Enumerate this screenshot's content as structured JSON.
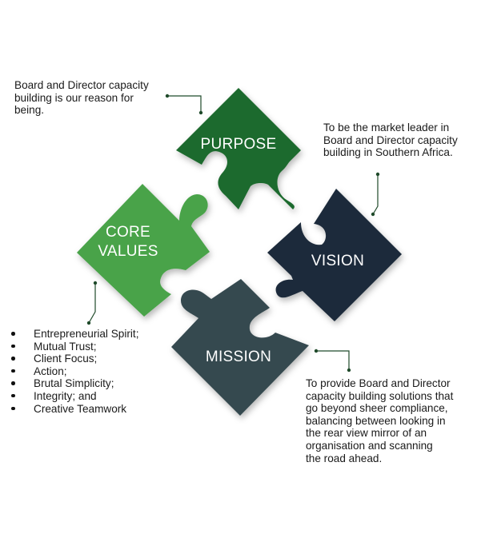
{
  "pieces": {
    "purpose": {
      "label": "PURPOSE",
      "color": "#1f6b2e"
    },
    "core_values": {
      "label_line1": "CORE",
      "label_line2": "VALUES",
      "color": "#4aa34a"
    },
    "vision": {
      "label": "VISION",
      "color": "#1d2c3b"
    },
    "mission": {
      "label": "MISSION",
      "color": "#354a50"
    }
  },
  "texts": {
    "purpose": "Board and Director capacity\nbuilding is our reason for\nbeing.",
    "vision": "To be the market leader in\nBoard and Director capacity\nbuilding in Southern Africa.",
    "mission": "To provide Board and Director\ncapacity building solutions that\ngo beyond sheer compliance,\nbalancing between looking in\nthe rear view mirror of an\norganisation and scanning\nthe road ahead."
  },
  "core_values_list": [
    "Entrepreneurial Spirit;",
    "Mutual Trust;",
    "Client Focus;",
    "Action;",
    "Brutal Simplicity;",
    "Integrity; and",
    "Creative Teamwork"
  ],
  "colors": {
    "connector": "#1f4a2a"
  }
}
